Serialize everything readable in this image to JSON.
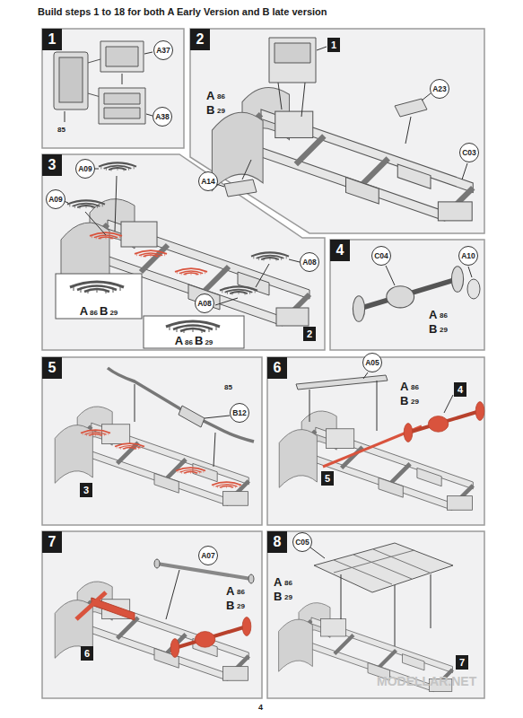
{
  "diagram": {
    "title": "Build steps 1 to 18 for both A Early Version and B late version",
    "nodes": [
      {
        "text": [
          "1"
        ]
      },
      {
        "text": [
          "A37"
        ]
      },
      {
        "text": [
          "A38"
        ]
      },
      {
        "text": [
          "2"
        ]
      },
      {
        "text": [
          "1"
        ]
      },
      {
        "text": [
          "A23"
        ]
      },
      {
        "text": [
          "C03"
        ]
      },
      {
        "text": [
          "A14"
        ]
      },
      {
        "text": [
          "3"
        ]
      },
      {
        "text": [
          "A09"
        ]
      },
      {
        "text": [
          "A09"
        ]
      },
      {
        "text": [
          "A08"
        ]
      },
      {
        "text": [
          "A08"
        ]
      },
      {
        "text": [
          "2"
        ]
      },
      {
        "text": [
          "A",
          "86",
          "B",
          "29"
        ]
      },
      {
        "text": [
          "A",
          "86",
          "B",
          "29"
        ]
      },
      {
        "text": [
          "4"
        ]
      },
      {
        "text": [
          "C04"
        ]
      },
      {
        "text": [
          "A10"
        ]
      },
      {
        "text": [
          "5"
        ]
      },
      {
        "text": [
          "3"
        ]
      },
      {
        "text": [
          "B12"
        ]
      },
      {
        "text": [
          "6"
        ]
      },
      {
        "text": [
          "A05"
        ]
      },
      {
        "text": [
          "4"
        ]
      },
      {
        "text": [
          "5"
        ]
      },
      {
        "text": [
          "7"
        ]
      },
      {
        "text": [
          "A07"
        ]
      },
      {
        "text": [
          "6"
        ]
      },
      {
        "text": [
          "8"
        ]
      },
      {
        "text": [
          "C05"
        ]
      },
      {
        "text": [
          "7"
        ]
      }
    ],
    "labels": [
      "85",
      "A",
      "86",
      "B",
      "29",
      "A",
      "86",
      "B",
      "29",
      "85",
      "A",
      "86",
      "B",
      "29",
      "A",
      "86",
      "B",
      "29",
      "A",
      "86",
      "B",
      "29",
      "4",
      "MODELLAR.NET"
    ]
  }
}
